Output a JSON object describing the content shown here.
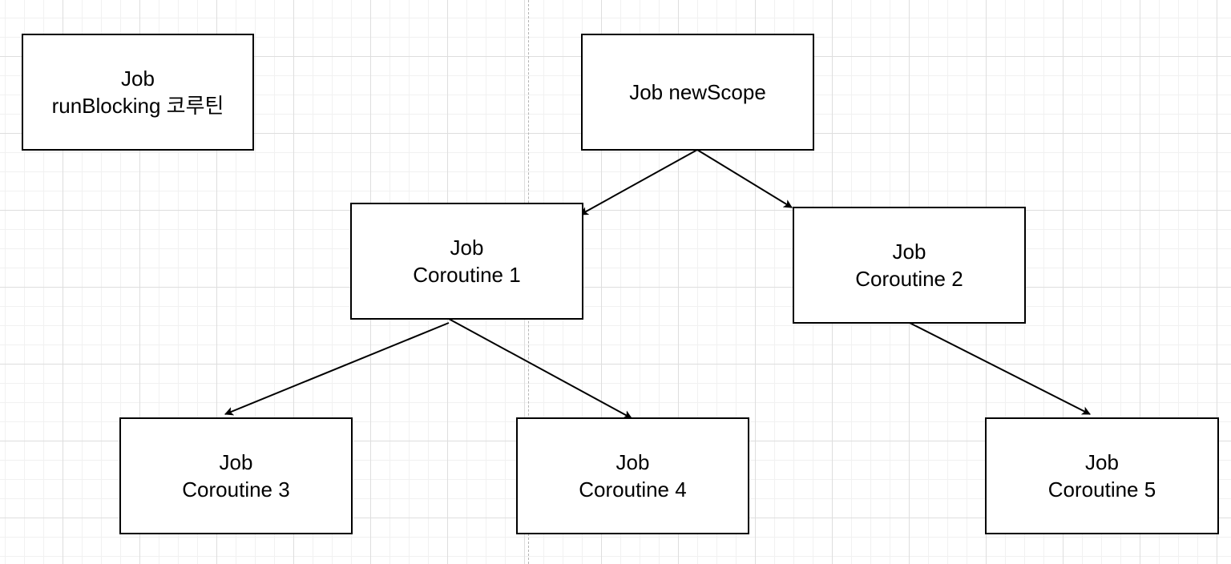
{
  "colors": {
    "background": "#ffffff",
    "grid": "#dedede",
    "divider": "#b5b5b5",
    "stroke": "#000000"
  },
  "nodes": {
    "runblocking": {
      "line1": "Job",
      "line2": "runBlocking 코루틴"
    },
    "newscope": {
      "line1": "Job newScope"
    },
    "coroutine1": {
      "line1": "Job",
      "line2": "Coroutine 1"
    },
    "coroutine2": {
      "line1": "Job",
      "line2": "Coroutine 2"
    },
    "coroutine3": {
      "line1": "Job",
      "line2": "Coroutine 3"
    },
    "coroutine4": {
      "line1": "Job",
      "line2": "Coroutine 4"
    },
    "coroutine5": {
      "line1": "Job",
      "line2": "Coroutine 5"
    }
  },
  "edges": [
    {
      "from": "newscope",
      "to": "coroutine1"
    },
    {
      "from": "newscope",
      "to": "coroutine2"
    },
    {
      "from": "coroutine1",
      "to": "coroutine3"
    },
    {
      "from": "coroutine1",
      "to": "coroutine4"
    },
    {
      "from": "coroutine2",
      "to": "coroutine5"
    }
  ]
}
